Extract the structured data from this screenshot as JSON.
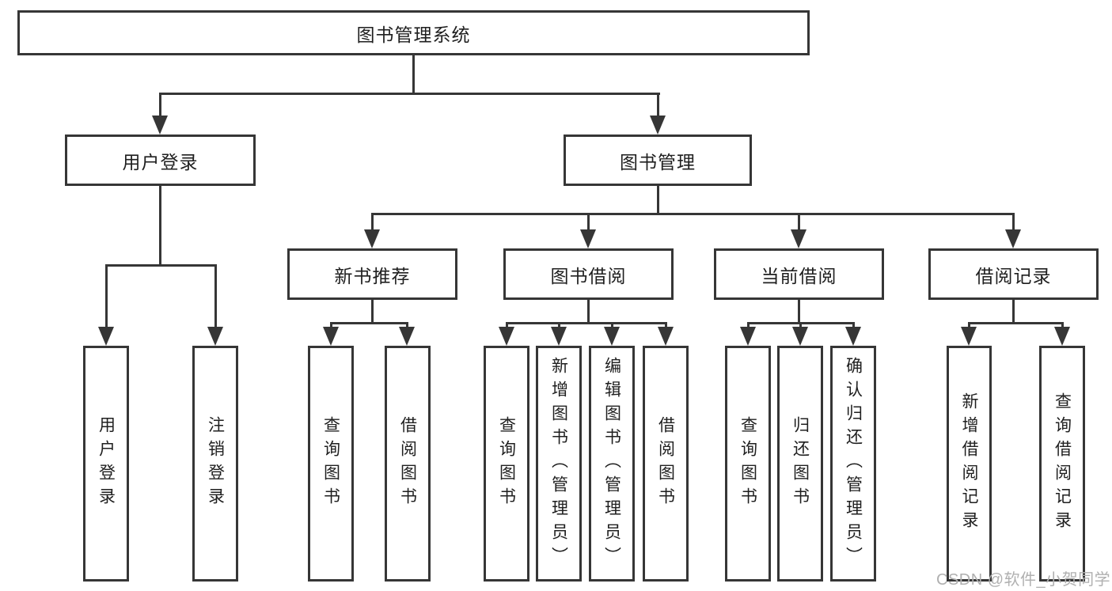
{
  "diagram": {
    "root": {
      "label": "图书管理系统"
    },
    "level2": [
      {
        "label": "用户登录"
      },
      {
        "label": "图书管理"
      }
    ],
    "level3": [
      {
        "label": "新书推荐"
      },
      {
        "label": "图书借阅"
      },
      {
        "label": "当前借阅"
      },
      {
        "label": "借阅记录"
      }
    ],
    "leaves": [
      {
        "label": "用户登录"
      },
      {
        "label": "注销登录"
      },
      {
        "label": "查询图书"
      },
      {
        "label": "借阅图书"
      },
      {
        "label": "查询图书"
      },
      {
        "label": "新增图书（管理员）"
      },
      {
        "label": "编辑图书（管理员）"
      },
      {
        "label": "借阅图书"
      },
      {
        "label": "查询图书"
      },
      {
        "label": "归还图书"
      },
      {
        "label": "确认归还（管理员）"
      },
      {
        "label": "新增借阅记录"
      },
      {
        "label": "查询借阅记录"
      }
    ]
  },
  "watermark": {
    "text": "CSDN @软件_小贺同学"
  },
  "colors": {
    "line": "#363636",
    "background": "#ffffff",
    "text": "#1f1f1f",
    "watermark": "#b0b0b0"
  }
}
